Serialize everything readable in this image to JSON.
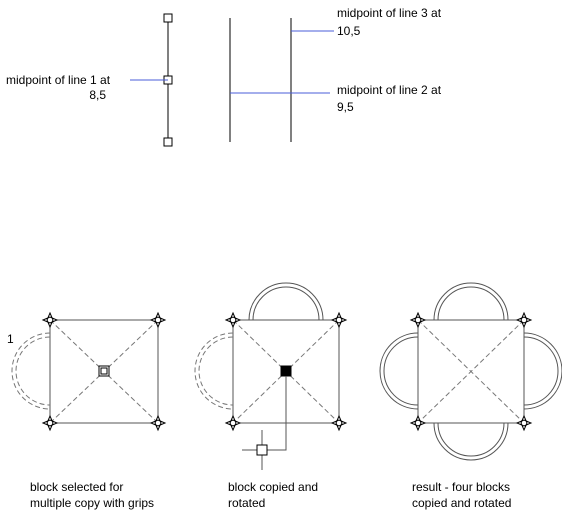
{
  "top": {
    "label_line1": [
      "midpoint of line 1 at",
      "8,5"
    ],
    "label_line3": [
      "midpoint of line 3 at",
      "10,5"
    ],
    "label_line2": [
      "midpoint of line 2 at",
      "9,5"
    ]
  },
  "panels": {
    "left": {
      "marker": "1",
      "caption": [
        "block selected for",
        "multiple copy with grips"
      ]
    },
    "middle": {
      "caption": [
        "block copied and",
        "rotated"
      ]
    },
    "right": {
      "caption": [
        "result - four blocks",
        "copied and rotated"
      ]
    }
  },
  "colors": {
    "leader": "#4a5cd8",
    "lines": "#000000",
    "dashed": "#777777"
  }
}
